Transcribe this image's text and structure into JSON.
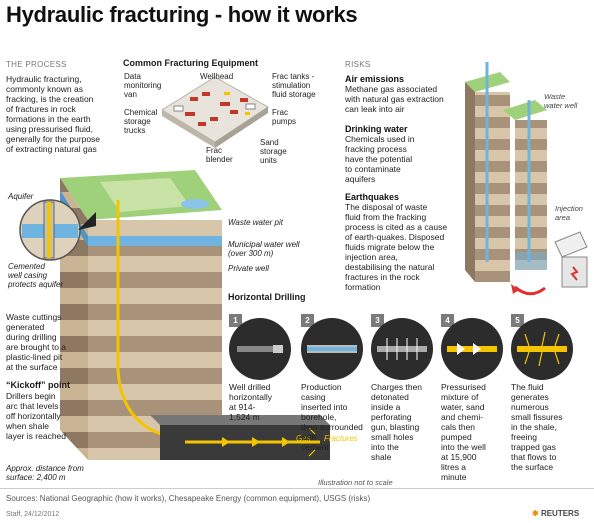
{
  "title": "Hydraulic fracturing - how it works",
  "process": {
    "heading": "THE PROCESS",
    "text": [
      "Hydraulic fracturing,",
      "commonly known as",
      "fracking, is the creation",
      "of fractures in rock",
      "formations in the earth",
      "using pressurised fluid,",
      "generally for the purpose",
      "of extracting natural gas"
    ]
  },
  "equipment": {
    "heading": "Common Fracturing Equipment",
    "data_van": [
      "Data",
      "monitoring",
      "van"
    ],
    "wellhead": "Wellhead",
    "frac_tanks": [
      "Frac tanks -",
      "stimulation",
      "fluid storage"
    ],
    "chemical_trucks": [
      "Chemical",
      "storage",
      "trucks"
    ],
    "frac_pumps": [
      "Frac",
      "pumps"
    ],
    "sand_storage": [
      "Sand",
      "storage",
      "units"
    ],
    "frac_blender": [
      "Frac",
      "blender"
    ]
  },
  "diagram": {
    "aquifer": "Aquifer",
    "casing_note": [
      "Cemented",
      "well casing",
      "protects aquifer"
    ],
    "waste_water_pit": "Waste water pit",
    "municipal_well": [
      "Municipal water well",
      "(over 300 m)"
    ],
    "private_well": "Private well",
    "waste_cuttings": [
      "Waste cuttings",
      "generated",
      "during drilling",
      "are brought to a",
      "plastic-lined pit",
      "at the surface"
    ],
    "kickoff_heading": "“Kickoff” point",
    "kickoff_text": [
      "Drillers begin",
      "arc that levels",
      "off horizontally",
      "when shale",
      "layer is reached"
    ],
    "distance": [
      "Approx. distance from",
      "surface: 2,400 m"
    ],
    "gas": "Gas",
    "fractures": "Fractures",
    "scale_note": "Illustration not to scale"
  },
  "horizontal": {
    "heading": "Horizontal Drilling",
    "steps": [
      {
        "num": "1",
        "text": [
          "Well drilled",
          "horizontally",
          "at 914-",
          "1,524 m"
        ]
      },
      {
        "num": "2",
        "text": [
          "Production casing",
          "inserted into borehole,",
          "then surrounded with",
          "cement"
        ]
      },
      {
        "num": "3",
        "text": [
          "Charges then",
          "detonated",
          "inside a",
          "perforating",
          "gun, blasting",
          "small holes",
          "into the",
          "shale"
        ]
      },
      {
        "num": "4",
        "text": [
          "Pressurised",
          "mixture of",
          "water, sand",
          "and chemi-",
          "cals then",
          "pumped",
          "into the well",
          "at 15,900",
          "litres a",
          "minute"
        ]
      },
      {
        "num": "5",
        "text": [
          "The fluid",
          "generates",
          "numerous",
          "small fissures",
          "in the shale,",
          "freeing",
          "trapped gas",
          "that flows to",
          "the surface"
        ]
      }
    ]
  },
  "risks": {
    "heading": "RISKS",
    "items": [
      {
        "title": "Air emissions",
        "text": [
          "Methane gas associated",
          "with natural gas extraction",
          "can leak into air"
        ]
      },
      {
        "title": "Drinking water",
        "text": [
          "Chemicals used in",
          "fracking process",
          "have the potential",
          "to contaminate",
          "aquifers"
        ]
      },
      {
        "title": "Earthquakes",
        "text": [
          "The disposal of waste",
          "fluid from the fracking",
          "process is cited as a cause",
          "of earth-quakes. Disposed",
          "fluids migrate below the",
          "injection area,",
          "destabilising the natural",
          "fractures in the rock",
          "formation"
        ]
      }
    ],
    "waste_water_well": [
      "Waste",
      "water well"
    ],
    "injection_area": [
      "Injection",
      "area"
    ]
  },
  "sources": "Sources: National Geographic (how it works), Chesapeake Energy (common equipment), USGS (risks)",
  "credit": "Staff, 24/12/2012",
  "brand": "REUTERS",
  "colors": {
    "accent": "#f5c400",
    "water": "#6fb3e0",
    "grass": "#9fd07a",
    "rock_light": "#d9c9b0",
    "rock_dark": "#a08a70"
  }
}
